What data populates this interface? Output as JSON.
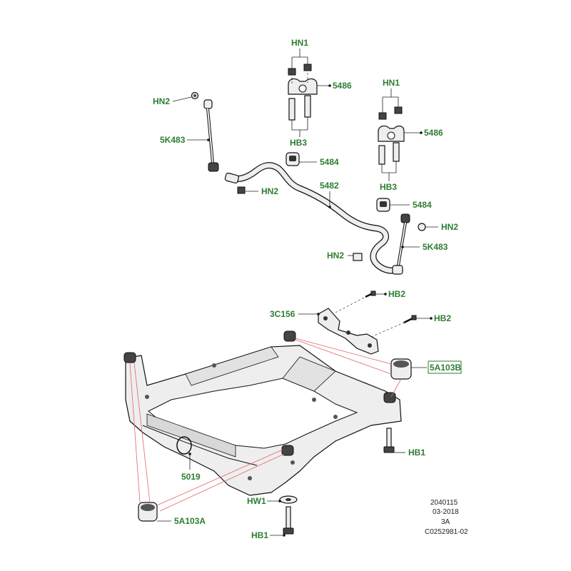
{
  "labels": {
    "hn1_top": "HN1",
    "c5486_top": "5486",
    "hb3_top": "HB3",
    "hn1_right": "HN1",
    "c5486_right": "5486",
    "hb3_right": "HB3",
    "hn2_left": "HN2",
    "c5k483_left": "5K483",
    "c5484_top": "5484",
    "c5482": "5482",
    "hn2_mid": "HN2",
    "c5484_right": "5484",
    "hn2_right": "HN2",
    "c5k483_right": "5K483",
    "hn2_lower": "HN2",
    "hb2_upper": "HB2",
    "c3c156": "3C156",
    "hb2_lower": "HB2",
    "c5a103b": "5A103B",
    "hb1_right": "HB1",
    "c5019": "5019",
    "hw1": "HW1",
    "c5a103a": "5A103A",
    "hb1_bottom": "HB1"
  },
  "meta": {
    "line1": "2040115",
    "line2": "03-2018",
    "line3": "3A",
    "line4": "C0252981-02"
  }
}
